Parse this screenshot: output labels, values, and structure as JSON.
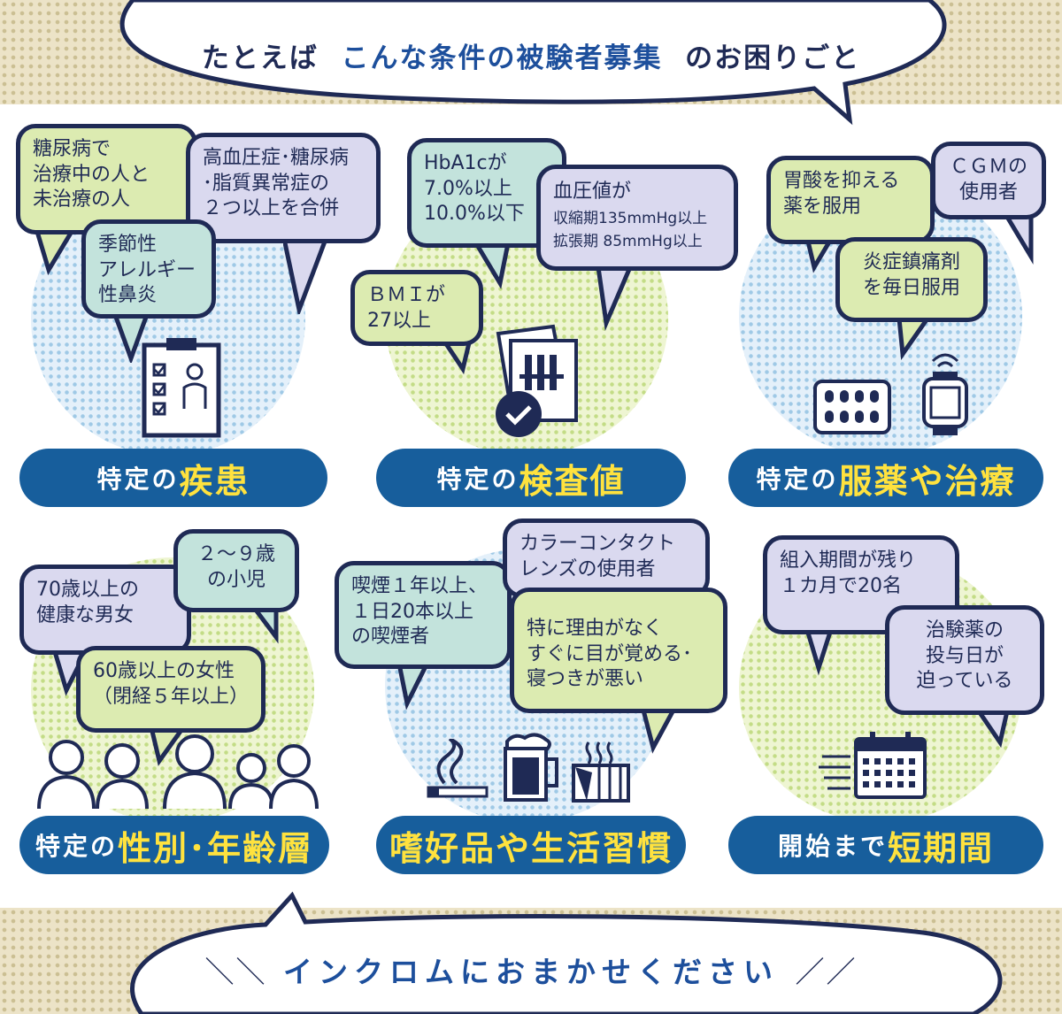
{
  "header": {
    "prefix": "たとえば",
    "highlight": "こんな条件の被験者募集",
    "suffix": "のお困りごと"
  },
  "sections": [
    {
      "label_prefix": "特定の",
      "label_main": "疾患",
      "bubbles": [
        "糖尿病で\n治療中の人と\n未治療の人",
        "高血圧症･糖尿病\n･脂質異常症の\n２つ以上を合併",
        "季節性\nアレルギー\n性鼻炎"
      ],
      "icons": [
        "clipboard-checklist-icon"
      ]
    },
    {
      "label_prefix": "特定の",
      "label_main": "検査値",
      "bubbles": [
        "HbA1cが\n7.0%以上\n10.0%以下",
        "血圧値が",
        "収縮期135mmHg以上",
        "拡張期  85mmHg以上",
        "ＢＭＩが\n27以上"
      ],
      "icons": [
        "test-tube-document-icon",
        "checkmark-icon"
      ]
    },
    {
      "label_prefix": "特定の",
      "label_main": "服薬や治療",
      "bubbles": [
        "胃酸を抑える\n薬を服用",
        "ＣＧＭの\n使用者",
        "炎症鎮痛剤\nを毎日服用"
      ],
      "icons": [
        "pill-pack-icon",
        "smartwatch-icon"
      ]
    },
    {
      "label_prefix": "特定の",
      "label_main": "性別･年齢層",
      "bubbles": [
        "70歳以上の\n健康な男女",
        "２～９歳\nの小児",
        "60歳以上の女性\n（閉経５年以上）"
      ],
      "icons": [
        "people-group-icon"
      ]
    },
    {
      "label_prefix": "",
      "label_main": "嗜好品や生活習慣",
      "bubbles": [
        "喫煙１年以上、\n１日20本以上\nの喫煙者",
        "カラーコンタクト\nレンズの使用者",
        "特に理由がなく\nすぐに目が覚める･\n寝つきが悪い"
      ],
      "icons": [
        "cigarette-icon",
        "beer-mug-icon",
        "bed-icon"
      ]
    },
    {
      "label_prefix": "開始まで",
      "label_main": "短期間",
      "bubbles": [
        "組入期間が残り\n１カ月で20名",
        "治験薬の\n投与日が\n迫っている"
      ],
      "icons": [
        "calendar-icon"
      ]
    }
  ],
  "footer": {
    "slash_left": "＼＼",
    "text": "インクロムにおまかせください",
    "slash_right": "／／"
  },
  "colors": {
    "navy": "#1f2a55",
    "pill_blue": "#175e9c",
    "accent_yellow": "#ffe23e",
    "highlight_blue": "#1d4f9c",
    "bubble_green": "#dcebb1",
    "bubble_teal": "#c3e3dc",
    "bubble_lavender": "#dad9ef",
    "band_beige": "#ece3c7"
  }
}
